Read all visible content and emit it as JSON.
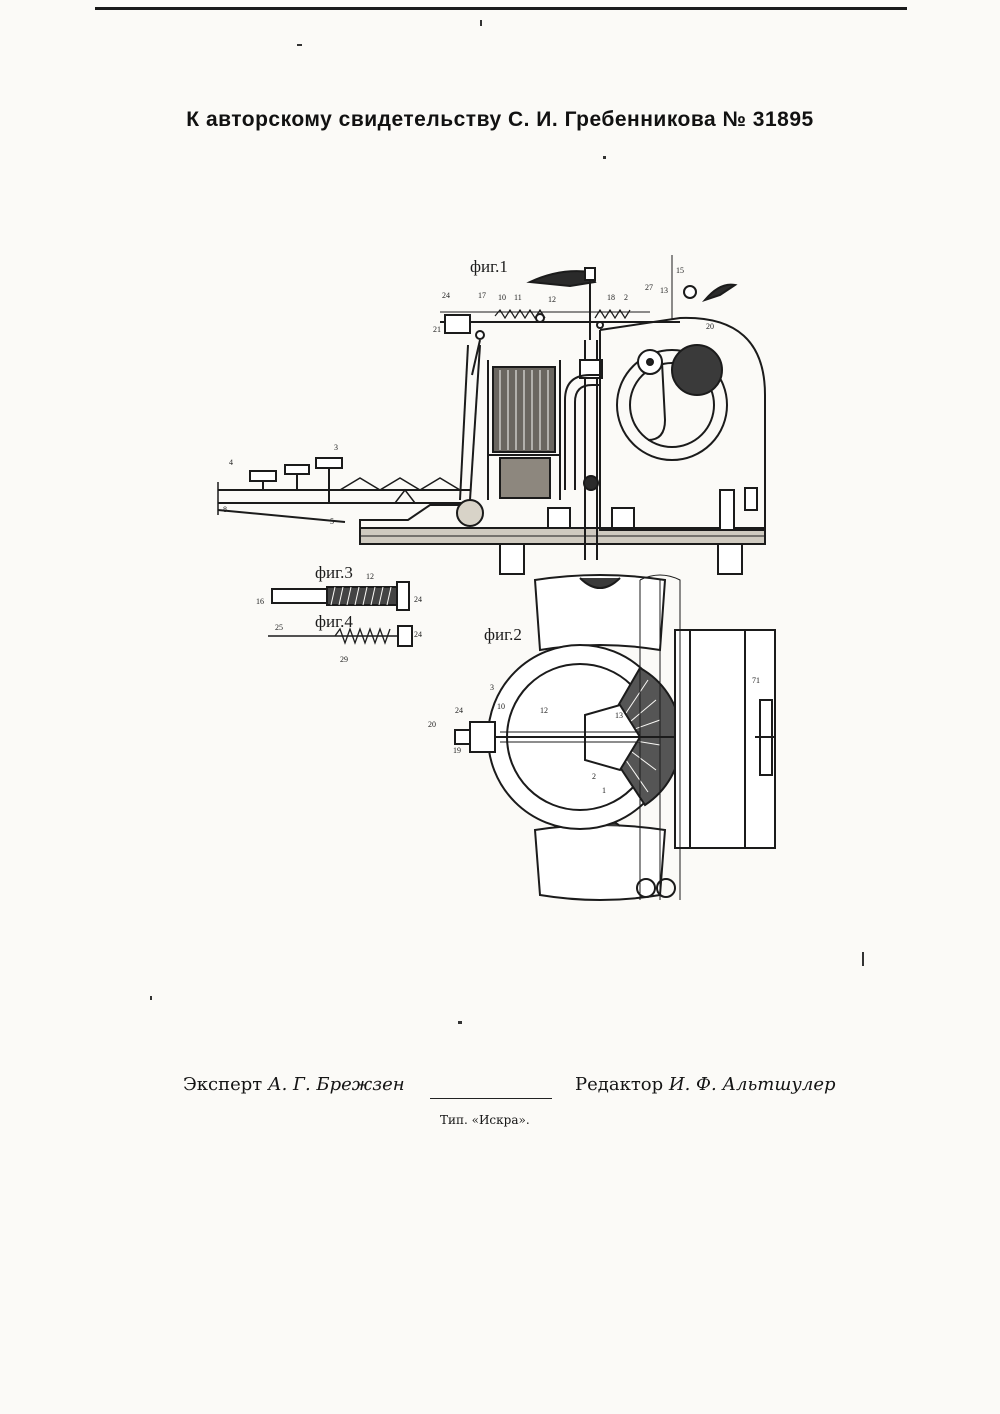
{
  "header": "К авторскому свидетельству С. И. Гребенникова № 31895",
  "figures": {
    "fig1": "фиг.1",
    "fig2": "фиг.2",
    "fig3": "фиг.3",
    "fig4": "фиг.4"
  },
  "part_numbers": {
    "n24": "24",
    "n17": "17",
    "n10": "10",
    "n11": "11",
    "n12": "12",
    "n18": "18",
    "n2": "2",
    "n27": "27",
    "n13": "13",
    "n15": "15",
    "n20": "20",
    "n21": "21",
    "n3": "3",
    "n4": "4",
    "n8": "8",
    "n5": "5",
    "n16": "16",
    "n25": "25",
    "n29": "29",
    "n19": "19",
    "n1": "1",
    "n71": "71"
  },
  "footer": {
    "expert_label": "Эксперт",
    "expert_name": "А. Г. Брежзен",
    "editor_label": "Редактор",
    "editor_name": "И. Ф. Альтшулер",
    "imprint": "Тип. «Искра»."
  }
}
